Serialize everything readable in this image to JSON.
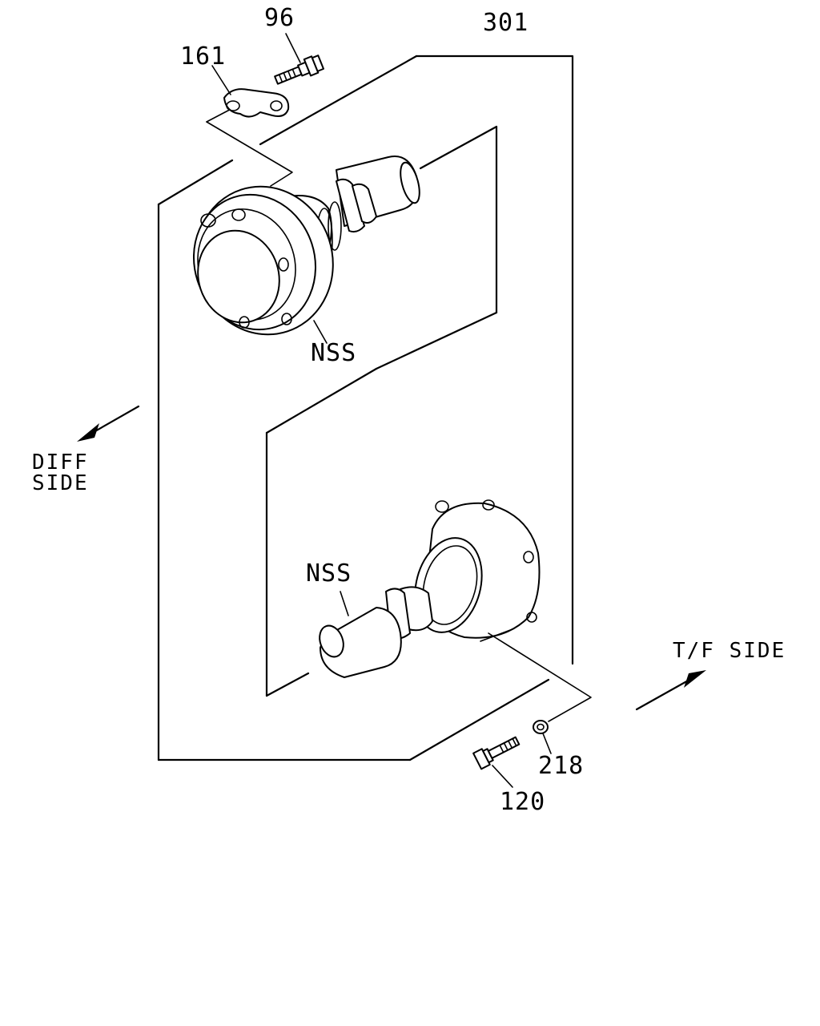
{
  "labels": {
    "part_96": "96",
    "part_161": "161",
    "part_301": "301",
    "part_nss_upper": "NSS",
    "part_nss_lower": "NSS",
    "part_218": "218",
    "part_120": "120",
    "diff_side_line1": "DIFF",
    "diff_side_line2": "SIDE",
    "tf_side": "T/F SIDE"
  }
}
